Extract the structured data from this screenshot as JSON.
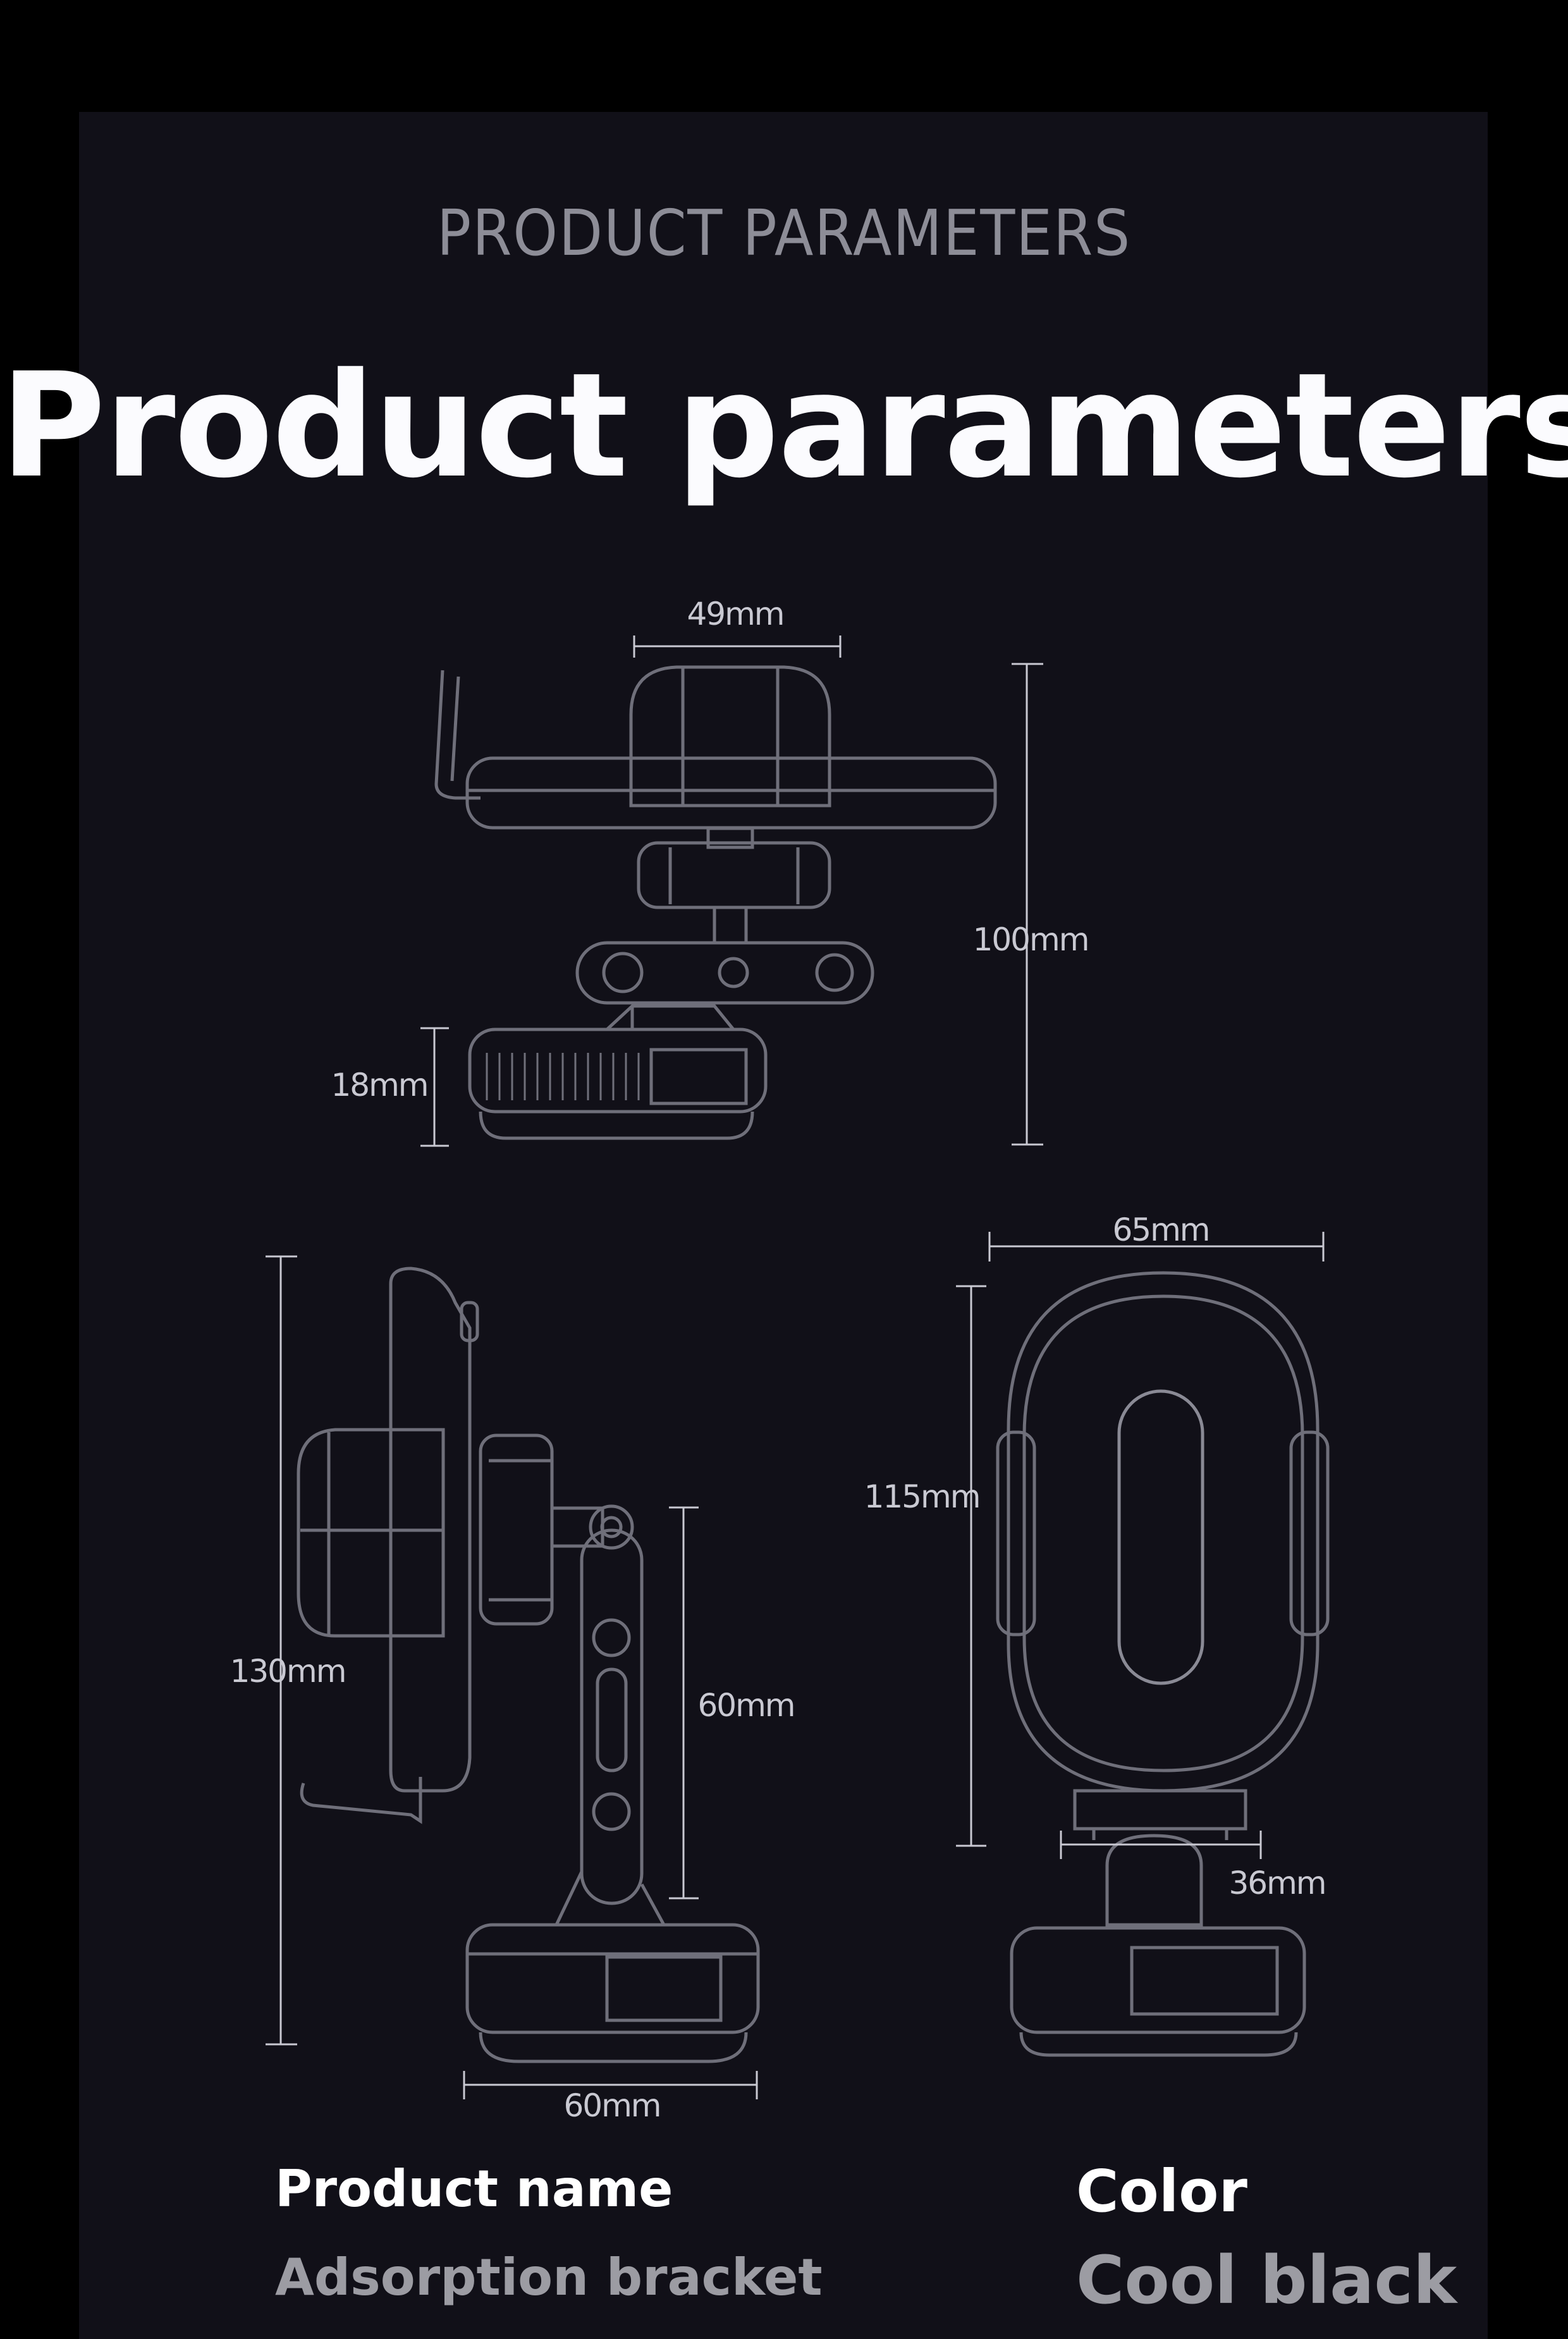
{
  "header": {
    "subtitle": "PRODUCT PARAMETERS",
    "title": "Product parameters"
  },
  "dimensions": {
    "top_view": {
      "head_width": "49mm",
      "total_height": "100mm",
      "base_height": "18mm"
    },
    "side_view": {
      "total_height": "130mm",
      "arm_height": "60mm",
      "base_width": "60mm"
    },
    "front_view": {
      "width": "65mm",
      "holder_height": "115mm",
      "neck_width": "36mm"
    }
  },
  "specs": {
    "name_label": "Product name",
    "name_value": "Adsorption bracket",
    "color_label": "Color",
    "color_value": "Cool black"
  },
  "colors": {
    "background": "#000000",
    "panel": "#111018",
    "line": "#6f6f7a",
    "dimension": "#c9c9d2"
  }
}
